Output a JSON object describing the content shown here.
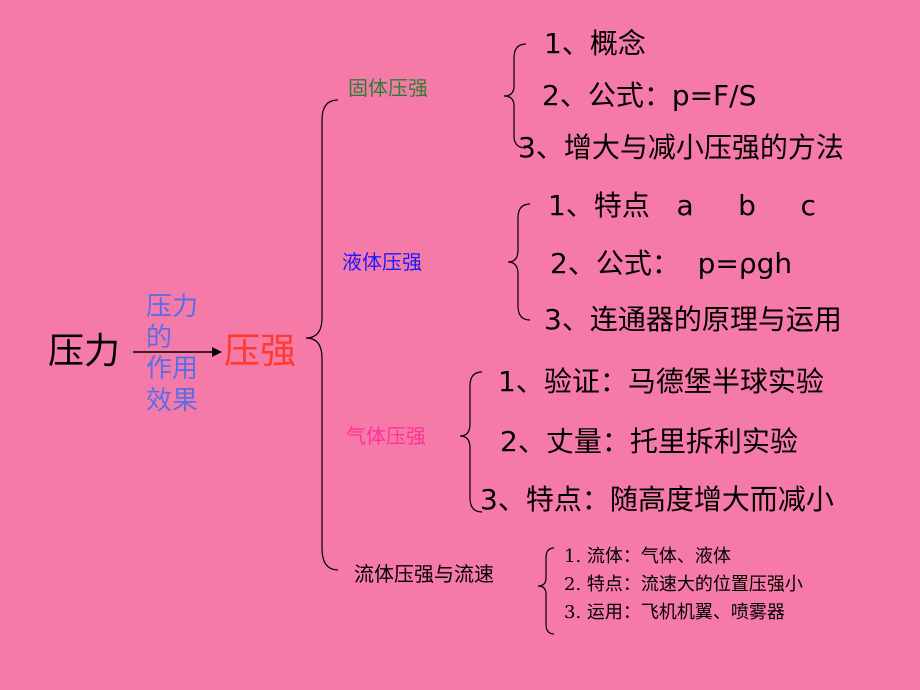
{
  "root": {
    "label": "压力",
    "arrow_label": [
      "压力",
      "的",
      "作用",
      "效果"
    ],
    "target": "压强",
    "target_color": "#ff3a2a",
    "arrow_label_color": "#5b6ee8"
  },
  "branches": [
    {
      "label": "固体压强",
      "color": "#2e7d32",
      "items": [
        "1、概念",
        "2、公式：p=F/S",
        "3、增大与减小压强的方法"
      ]
    },
    {
      "label": "液体压强",
      "color": "#1a1aff",
      "items": [
        "1、特点   a     b     c",
        "2、公式：  p=ρgh",
        "3、连通器的原理与运用"
      ]
    },
    {
      "label": "气体压强",
      "color": "#ff3399",
      "items": [
        "1、验证：马德堡半球实验",
        "2、丈量：托里拆利实验",
        "3、特点：随高度增大而减小"
      ]
    },
    {
      "label": "流体压强与流速",
      "color": "#000000",
      "items": [
        "1. 流体：气体、液体",
        "2. 特点：流速大的位置压强小",
        "3. 运用：飞机机翼、喷雾器"
      ]
    }
  ]
}
